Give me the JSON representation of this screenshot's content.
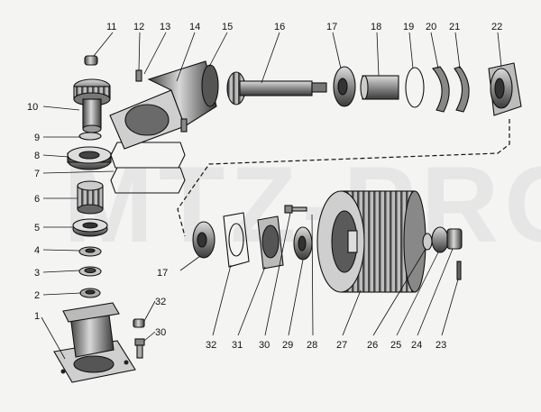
{
  "watermark": "MTZ-PRO",
  "labels": {
    "n1": "1",
    "n2": "2",
    "n3": "3",
    "n4": "4",
    "n5": "5",
    "n6": "6",
    "n7": "7",
    "n8": "8",
    "n9": "9",
    "n10": "10",
    "n11": "11",
    "n12": "12",
    "n13": "13",
    "n14": "14",
    "n15": "15",
    "n16": "16",
    "n17a": "17",
    "n18": "18",
    "n19": "19",
    "n20": "20",
    "n21": "21",
    "n22": "22",
    "n17b": "17",
    "n32a": "32",
    "n31": "31",
    "n30a": "30",
    "n29": "29",
    "n28": "28",
    "n27": "27",
    "n26": "26",
    "n25": "25",
    "n24": "24",
    "n23": "23",
    "n32b": "32",
    "n30b": "30"
  }
}
